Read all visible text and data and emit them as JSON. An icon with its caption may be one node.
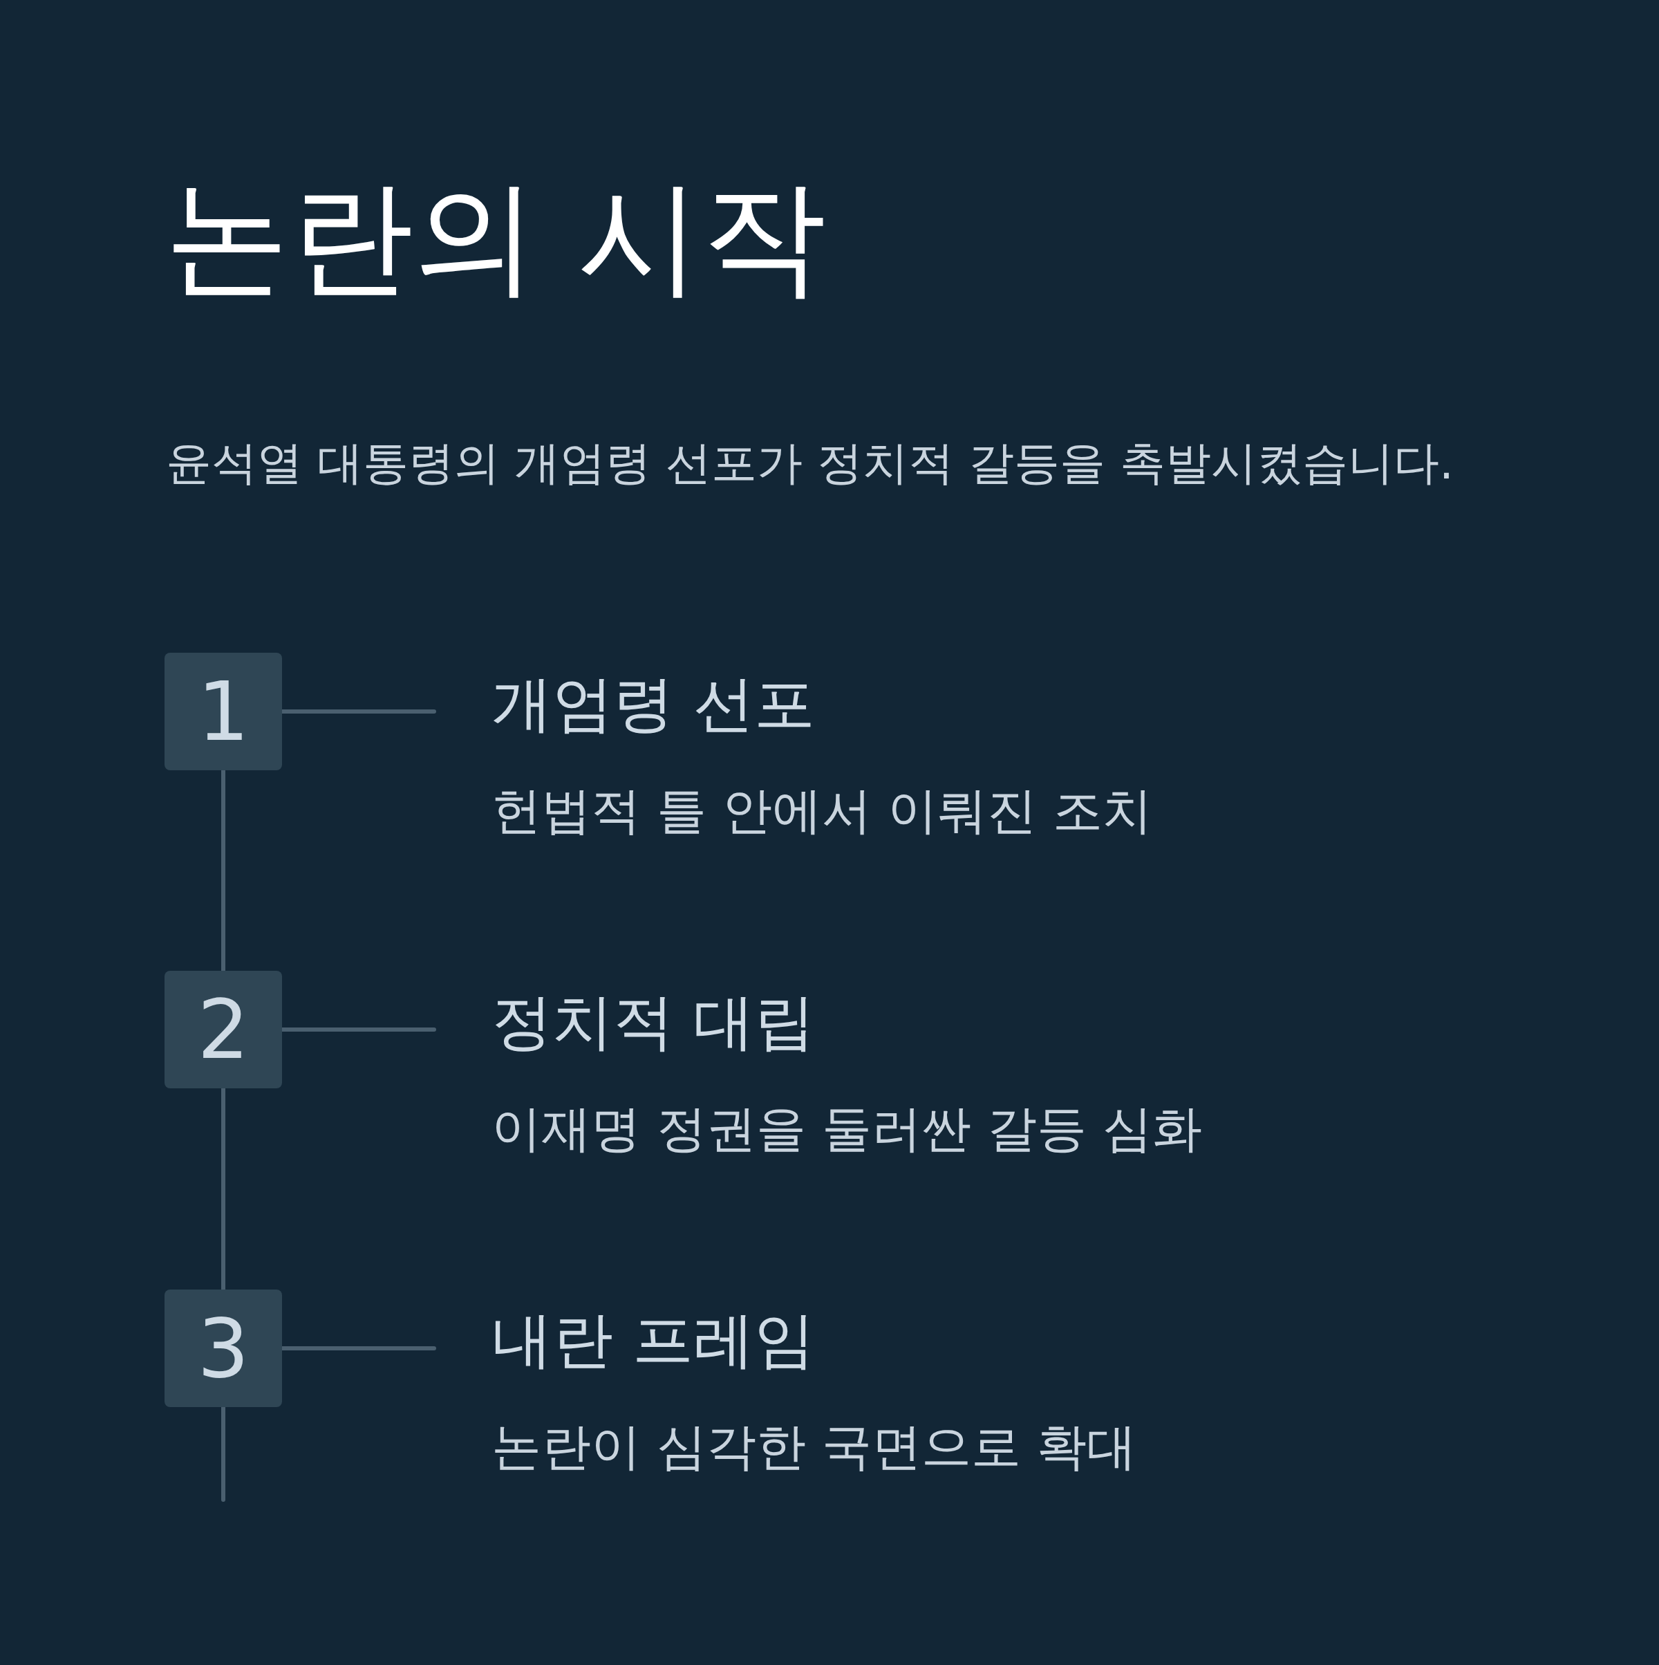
{
  "diagram": {
    "title": "논란의 시작",
    "nodes": [
      {
        "text": [
          "1"
        ]
      },
      {
        "text": [
          "개엄령 선포",
          "헌법적 틀 안에서 이뤄진 조치"
        ]
      },
      {
        "text": [
          "2"
        ]
      },
      {
        "text": [
          "정치적 대립",
          "이재명 정권을 둘러싼 갈등 심화"
        ]
      },
      {
        "text": [
          "3"
        ]
      },
      {
        "text": [
          "내란 프레임",
          "논란이 심각한 국면으로 확대"
        ]
      }
    ],
    "edges": [
      {
        "from": 0,
        "to": 1,
        "arrow": "none"
      },
      {
        "from": 0,
        "to": 2,
        "arrow": "none"
      },
      {
        "from": 2,
        "to": 3,
        "arrow": "none"
      },
      {
        "from": 2,
        "to": 4,
        "arrow": "none"
      },
      {
        "from": 4,
        "to": 5,
        "arrow": "none"
      },
      {
        "from": 4,
        "to": null,
        "arrow": "none"
      }
    ],
    "labels": [
      "윤석열 대통령의 개엄령 선포가 정치적 갈등을 촉발시켰습니다."
    ]
  }
}
